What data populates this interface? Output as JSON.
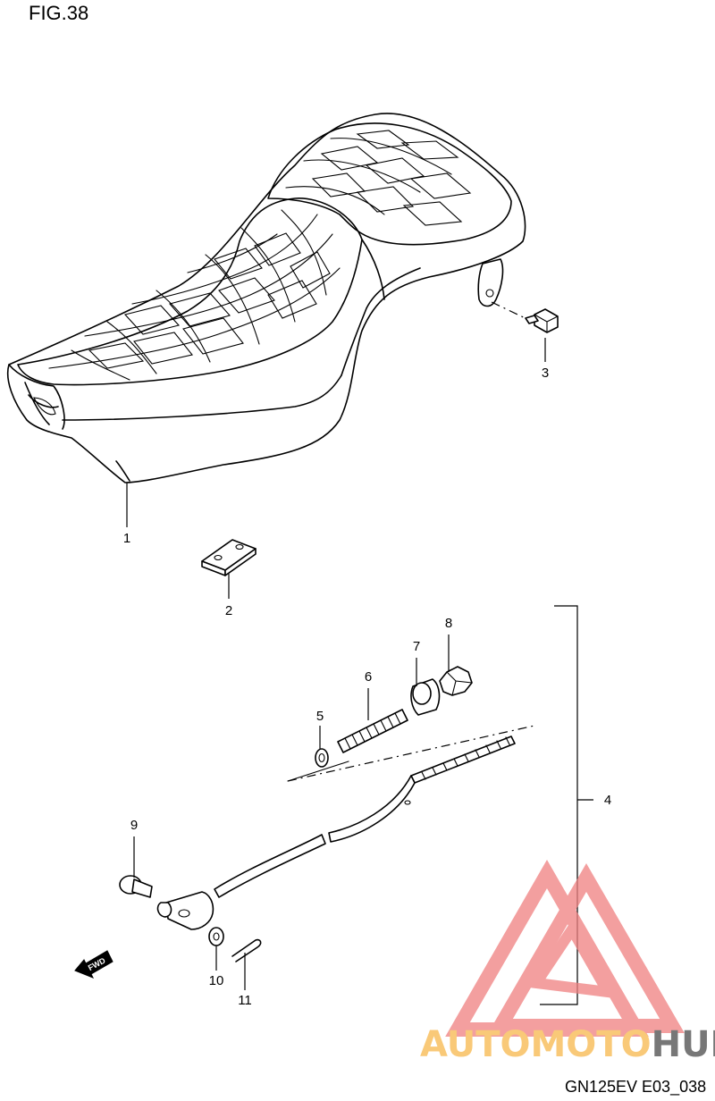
{
  "figure": {
    "label": "FIG.38",
    "code": "GN125EV E03_038"
  },
  "callouts": [
    {
      "id": "1",
      "text": "1"
    },
    {
      "id": "2",
      "text": "2"
    },
    {
      "id": "3",
      "text": "3"
    },
    {
      "id": "4",
      "text": "4"
    },
    {
      "id": "5",
      "text": "5"
    },
    {
      "id": "6",
      "text": "6"
    },
    {
      "id": "7",
      "text": "7"
    },
    {
      "id": "8",
      "text": "8"
    },
    {
      "id": "9",
      "text": "9"
    },
    {
      "id": "10",
      "text": "10"
    },
    {
      "id": "11",
      "text": "11"
    }
  ],
  "fwd_marker": {
    "text": "FWD"
  },
  "watermark": {
    "part1": "AUTOMOTO",
    "part2": "HUB",
    "color1": "#f7b84b",
    "color2": "#4a4a4a",
    "logo_color": "#f08080"
  }
}
